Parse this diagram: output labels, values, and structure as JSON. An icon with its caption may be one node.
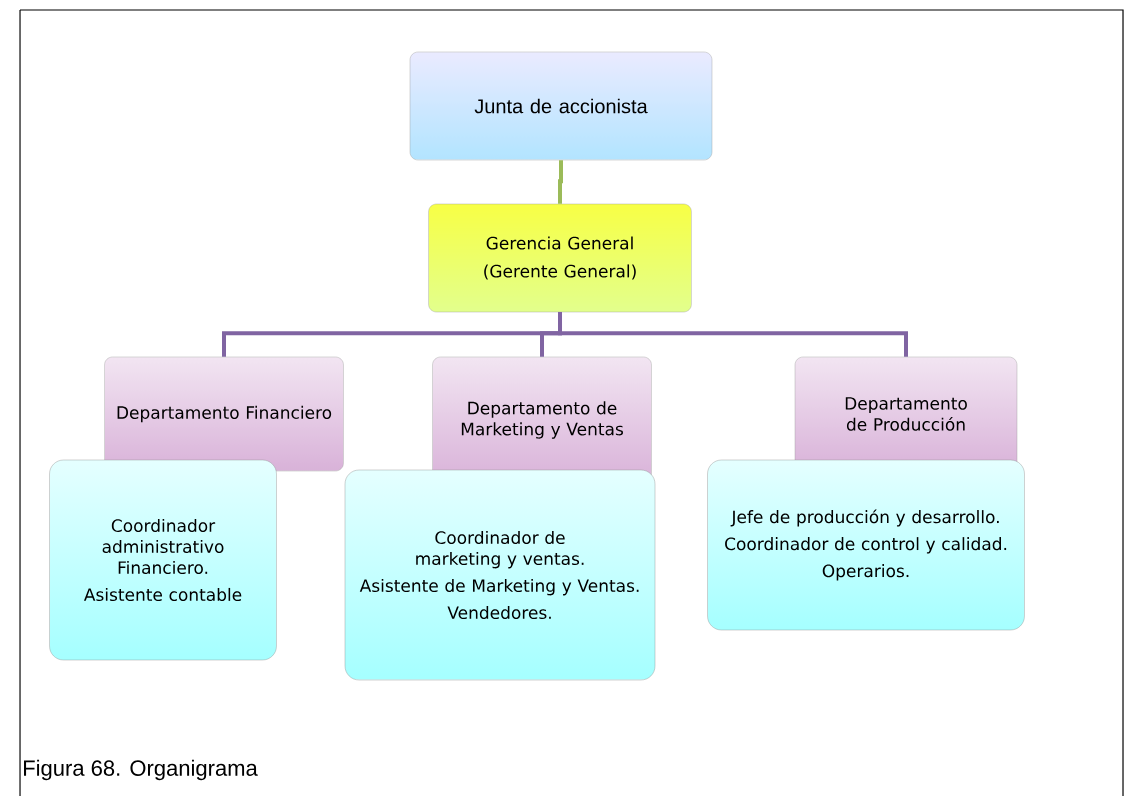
{
  "diagram": {
    "caption": "Figura 68. Organigrama",
    "nodes": [
      {
        "text": [
          "Junta de accionista"
        ]
      },
      {
        "text": [
          "Gerencia General",
          "(Gerente General)"
        ]
      },
      {
        "text": [
          "Departamento Financiero"
        ]
      },
      {
        "text": [
          "Departamento de Marketing y Ventas"
        ]
      },
      {
        "text": [
          "Departamento de Producción"
        ]
      },
      {
        "text": [
          "Coordinador administrativo Financiero.",
          "Asistente contable"
        ]
      },
      {
        "text": [
          "Coordinador de marketing y ventas.",
          "Asistente de Marketing y Ventas.",
          "Vendedores."
        ]
      },
      {
        "text": [
          "Jefe de producción y desarrollo.",
          "Coordinador de control y calidad.",
          "Operarios."
        ]
      }
    ],
    "edges": [
      {
        "from": 0,
        "to": 1,
        "arrow": "none",
        "color": "#9bbb59"
      },
      {
        "from": 1,
        "to": 2,
        "arrow": "none"
      },
      {
        "from": 1,
        "to": 3,
        "arrow": "none"
      },
      {
        "from": 1,
        "to": 4,
        "arrow": "none"
      }
    ]
  }
}
